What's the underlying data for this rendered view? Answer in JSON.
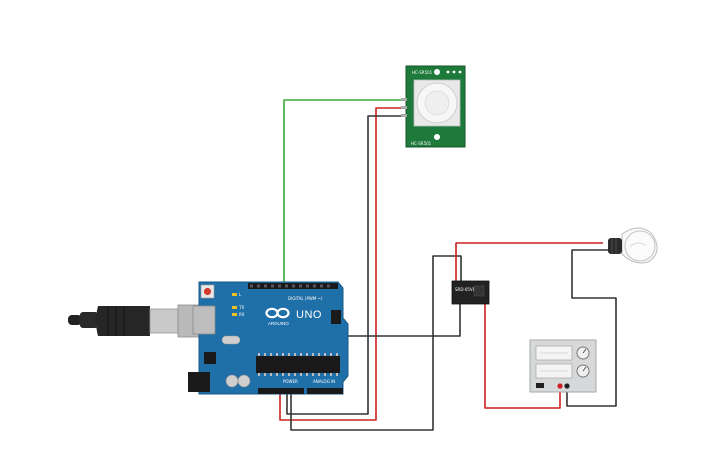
{
  "arduino": {
    "model": "UNO",
    "brand": "ARDUINO",
    "digital_header": "DIGITAL (PWM ~)",
    "power_header": "POWER",
    "analog_header": "ANALOG IN",
    "led_l": "L",
    "led_tx": "TX",
    "led_rx": "RX"
  },
  "pir_sensor": {
    "top_label": "HC-SR501",
    "bottom_label": "HC-SR501"
  },
  "relay": {
    "label": "SRD-05VDC"
  },
  "colors": {
    "board": "#1f6fa8",
    "wire_red": "#cc2020",
    "wire_black": "#333333",
    "wire_green": "#3aa83a",
    "pir_board": "#1e7a3a",
    "relay_body": "#222222",
    "supply_body": "#d6d8da"
  }
}
